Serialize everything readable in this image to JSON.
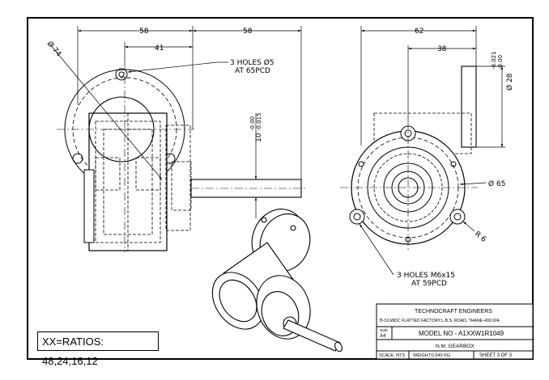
{
  "dimensions": {
    "front_width_left": "58",
    "front_width_right": "58",
    "front_offset": "41",
    "front_diameter": "Ø 74",
    "shaft_tolerance": "10",
    "shaft_tol_upper": "-0.00",
    "shaft_tol_lower": "-0.015",
    "side_width": "62",
    "side_offset": "38",
    "side_diameter": "Ø 28",
    "side_tol_upper": "-0.021",
    "side_tol_lower": "-0.00",
    "pcd_diameter": "Ø 65",
    "radius": "R 6"
  },
  "notes": {
    "holes_front_line1": "3 HOLES Ø5",
    "holes_front_line2": "AT 65PCD",
    "holes_side_line1": "3 HOLES M6x15",
    "holes_side_line2": "AT 59PCD"
  },
  "ratio_box": "XX=RATIOS: 48,24,16,12",
  "title_block": {
    "company": "TECHNOCRAFT ENGINEERS",
    "address": "B-19,MIDC FLATTED FACTORY,L.B.S. ROAD, THANE-400 604.",
    "size_label": "SIZE",
    "size_value": "A4",
    "model": "MODEL NO - A1XXW1R1049",
    "part_name": "N.M. GEARBOX",
    "scale": "SCALE: NTS",
    "weight": "WEIGHT:0.540 KG",
    "sheet": "SHEET 3 OF 3"
  }
}
